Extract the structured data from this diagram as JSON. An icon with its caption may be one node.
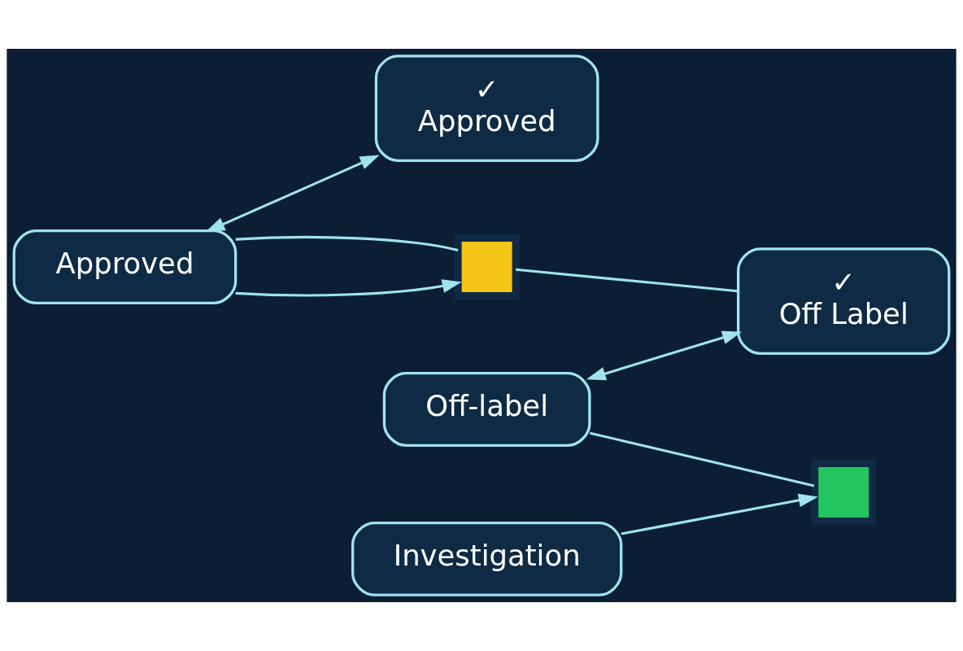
{
  "diagram": {
    "nodes": [
      {
        "text": [
          "✓",
          "Approved"
        ]
      },
      {
        "text": [
          "Approved"
        ]
      },
      {
        "text": [],
        "shape": "box"
      },
      {
        "text": [
          "✓",
          "Off Label"
        ]
      },
      {
        "text": [
          "Off-label"
        ]
      },
      {
        "text": [],
        "shape": "box"
      },
      {
        "text": [
          "Investigation"
        ]
      }
    ],
    "edges": [
      {
        "from": 1,
        "to": 0,
        "arrow": "both"
      },
      {
        "from": 1,
        "to": 2,
        "arrow": "to"
      },
      {
        "from": 1,
        "to": 2,
        "arrow": "none"
      },
      {
        "from": 2,
        "to": 3,
        "arrow": "none"
      },
      {
        "from": 4,
        "to": 3,
        "arrow": "both"
      },
      {
        "from": 4,
        "to": 5,
        "arrow": "none"
      },
      {
        "from": 6,
        "to": 5,
        "arrow": "to"
      }
    ]
  }
}
